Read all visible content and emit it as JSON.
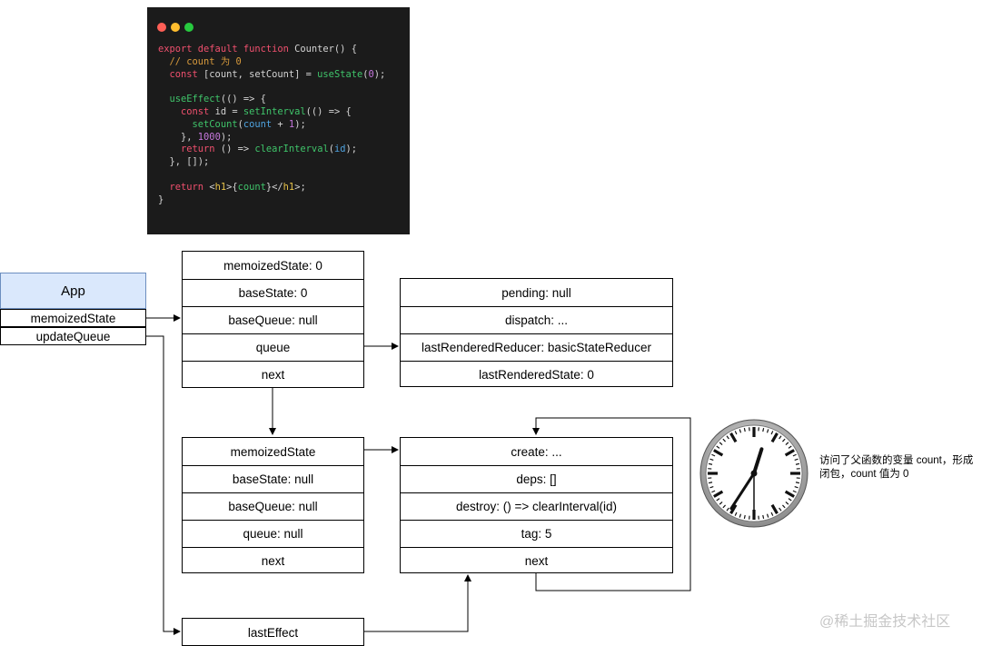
{
  "code_window": {
    "controls": [
      {
        "name": "close",
        "color": "#ff5f56"
      },
      {
        "name": "minimize",
        "color": "#ffbd2e"
      },
      {
        "name": "maximize",
        "color": "#27c93f"
      }
    ],
    "lines": [
      [
        [
          "kw",
          "export default function "
        ],
        [
          "txt",
          "Counter() {"
        ]
      ],
      [
        [
          "cm",
          "  // count 为 0"
        ]
      ],
      [
        [
          "kw",
          "  const "
        ],
        [
          "txt",
          "[count, setCount] = "
        ],
        [
          "fn",
          "useState"
        ],
        [
          "txt",
          "("
        ],
        [
          "num",
          "0"
        ],
        [
          "txt",
          ");"
        ]
      ],
      [],
      [
        [
          "fn",
          "  useEffect"
        ],
        [
          "txt",
          "(() => {"
        ]
      ],
      [
        [
          "kw",
          "    const "
        ],
        [
          "txt",
          "id = "
        ],
        [
          "fn",
          "setInterval"
        ],
        [
          "txt",
          "(() => {"
        ]
      ],
      [
        [
          "fn",
          "      setCount"
        ],
        [
          "txt",
          "("
        ],
        [
          "id",
          "count"
        ],
        [
          "txt",
          " + "
        ],
        [
          "num",
          "1"
        ],
        [
          "txt",
          ");"
        ]
      ],
      [
        [
          "txt",
          "    }, "
        ],
        [
          "num",
          "1000"
        ],
        [
          "txt",
          ");"
        ]
      ],
      [
        [
          "kw",
          "    return "
        ],
        [
          "txt",
          "() => "
        ],
        [
          "fn",
          "clearInterval"
        ],
        [
          "txt",
          "("
        ],
        [
          "id",
          "id"
        ],
        [
          "txt",
          ");"
        ]
      ],
      [
        [
          "txt",
          "  }, []);"
        ]
      ],
      [],
      [
        [
          "kw",
          "  return "
        ],
        [
          "txt",
          "<"
        ],
        [
          "tag",
          "h1"
        ],
        [
          "txt",
          ">{"
        ],
        [
          "fn",
          "count"
        ],
        [
          "txt",
          "}</"
        ],
        [
          "tag",
          "h1"
        ],
        [
          "txt",
          ">;"
        ]
      ],
      [
        [
          "txt",
          "}"
        ]
      ]
    ]
  },
  "app": {
    "title": "App",
    "fields": [
      "memoizedState",
      "updateQueue"
    ]
  },
  "hook1": [
    "memoizedState: 0",
    "baseState: 0",
    "baseQueue: null",
    "queue",
    "next"
  ],
  "queue_box": [
    "pending: null",
    "dispatch: ...",
    "lastRenderedReducer: basicStateReducer",
    "lastRenderedState: 0"
  ],
  "hook2": [
    "memoizedState",
    "baseState: null",
    "baseQueue: null",
    "queue: null",
    "next"
  ],
  "effect_box": [
    "create:  ...",
    "deps: []",
    "destroy: () => clearInterval(id)",
    "tag: 5",
    "next"
  ],
  "last_effect": "lastEffect",
  "clock": {
    "icon": "wall-clock-icon",
    "time": "12:35:30"
  },
  "note": "访问了父函数的变量 count，形成闭包，count 值为 0",
  "watermark": "@稀土掘金技术社区",
  "colors": {
    "app_fill": "#dae8fc",
    "app_stroke": "#6c8ebf",
    "code_bg": "#1b1b1b"
  }
}
